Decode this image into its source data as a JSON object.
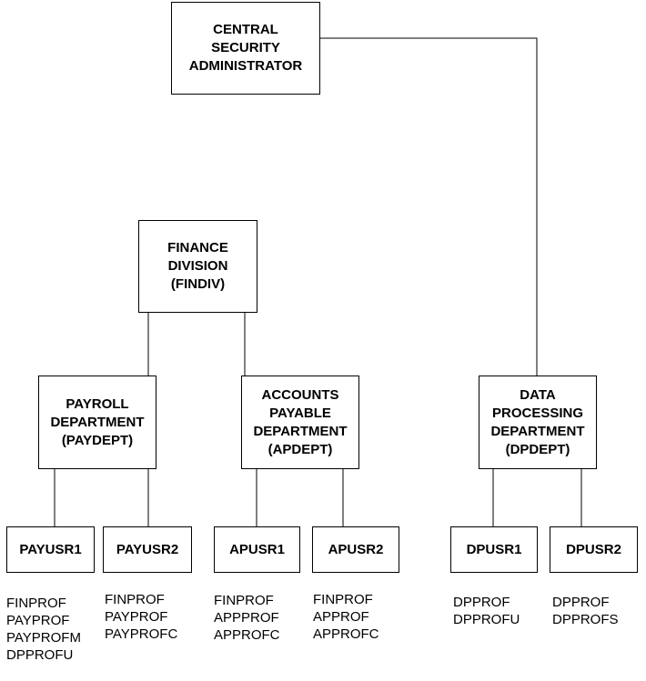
{
  "nodes": {
    "central": "CENTRAL\nSECURITY\nADMINISTRATOR",
    "finance": "FINANCE\nDIVISION\n(FINDIV)",
    "payroll": "PAYROLL\nDEPARTMENT\n(PAYDEPT)",
    "accounts": "ACCOUNTS\nPAYABLE\nDEPARTMENT\n(APDEPT)",
    "dataproc": "DATA\nPROCESSING\nDEPARTMENT\n(DPDEPT)",
    "payusr1": "PAYUSR1",
    "payusr2": "PAYUSR2",
    "apusr1": "APUSR1",
    "apusr2": "APUSR2",
    "dpusr1": "DPUSR1",
    "dpusr2": "DPUSR2"
  },
  "profiles": {
    "payusr1": "FINPROF\nPAYPROF\nPAYPROFM\nDPPROFU",
    "payusr2": "FINPROF\nPAYPROF\nPAYPROFC",
    "apusr1": "FINPROF\nAPPPROF\nAPPROFC",
    "apusr2": "FINPROF\nAPPROF\nAPPROFC",
    "dpusr1": "DPPROF\nDPPROFU",
    "dpusr2": "DPPROF\nDPPROFS"
  }
}
